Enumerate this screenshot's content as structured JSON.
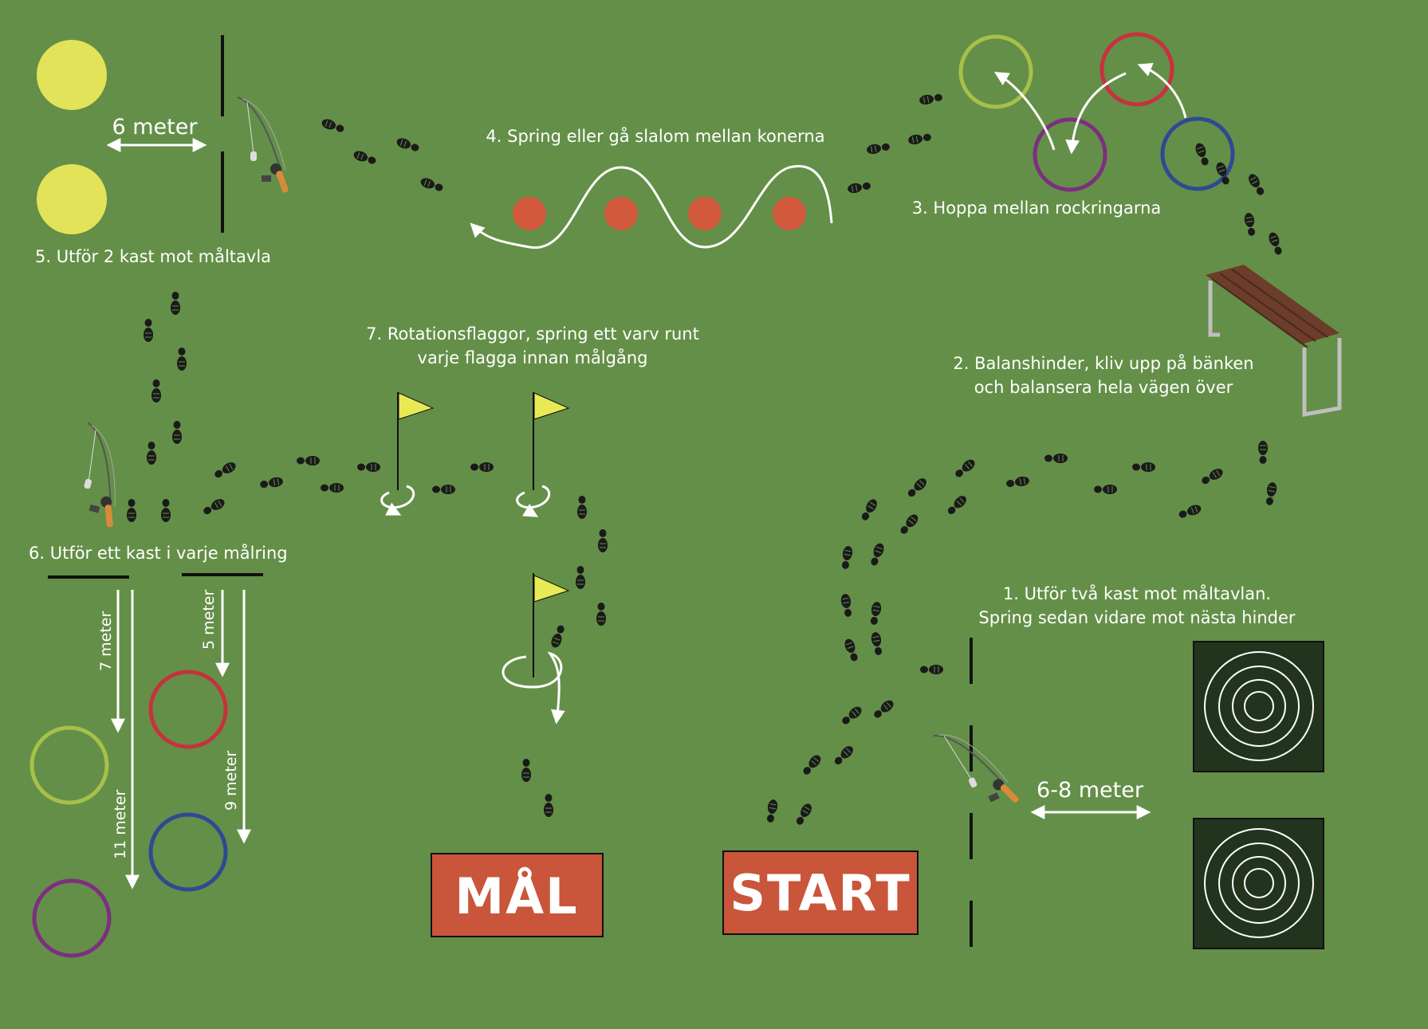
{
  "stations": {
    "s1": {
      "line1": "1. Utför två kast mot måltavlan.",
      "line2": "Spring sedan vidare mot nästa hinder"
    },
    "s2": {
      "line1": "2. Balanshinder, kliv upp på bänken",
      "line2": "och balansera hela vägen över"
    },
    "s3": {
      "text": "3. Hoppa mellan rockringarna"
    },
    "s4": {
      "text": "4. Spring eller gå slalom mellan konerna"
    },
    "s5": {
      "text": "5. Utför 2 kast mot måltavla"
    },
    "s6": {
      "text": "6. Utför ett kast i varje målring"
    },
    "s7": {
      "line1": "7. Rotationsflaggor, spring ett varv runt",
      "line2": "varje flagga innan målgång"
    }
  },
  "distances": {
    "d_6_8": "6-8 meter",
    "d_6": "6 meter",
    "d_7": "7 meter",
    "d_5": "5 meter",
    "d_9": "9 meter",
    "d_11": "11 meter"
  },
  "signs": {
    "start": "START",
    "goal": "MÅL"
  },
  "colors": {
    "grass": "#648F48",
    "sign": "#C9553A",
    "cone": "#D1583B",
    "yellow_target": "#E3E35A",
    "ring_green": "#A6C04A",
    "ring_red": "#C8313F",
    "ring_purple": "#7D2F80",
    "ring_blue": "#2E4A93",
    "flag": "#E7EA55",
    "target_board": "#22341D",
    "bench_wood": "#6B3D2A"
  },
  "icons": [
    "fishing-rod-icon",
    "footprint-icon",
    "flag-icon",
    "bench-icon",
    "target-board-icon"
  ]
}
